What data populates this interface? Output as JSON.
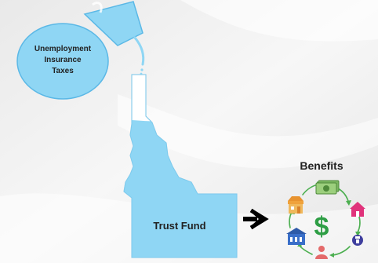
{
  "flask": {
    "lines": [
      "Unemployment",
      "Insurance",
      "Taxes"
    ]
  },
  "state_label": "Trust Fund",
  "benefits_title": "Benefits",
  "currency_symbol": "$",
  "colors": {
    "water": "#8fd6f4",
    "water_outline": "#5bb8e6",
    "flask_body": "#8fd6f4",
    "arrow": "#000000",
    "cycle_arrow": "#4caf50",
    "dollar": "#2e9e45",
    "background": "#f2f2f2"
  },
  "cycle_icons": [
    "money-bill-icon",
    "house-icon",
    "pill-bottle-icon",
    "person-icon",
    "hospital-icon",
    "store-icon"
  ]
}
